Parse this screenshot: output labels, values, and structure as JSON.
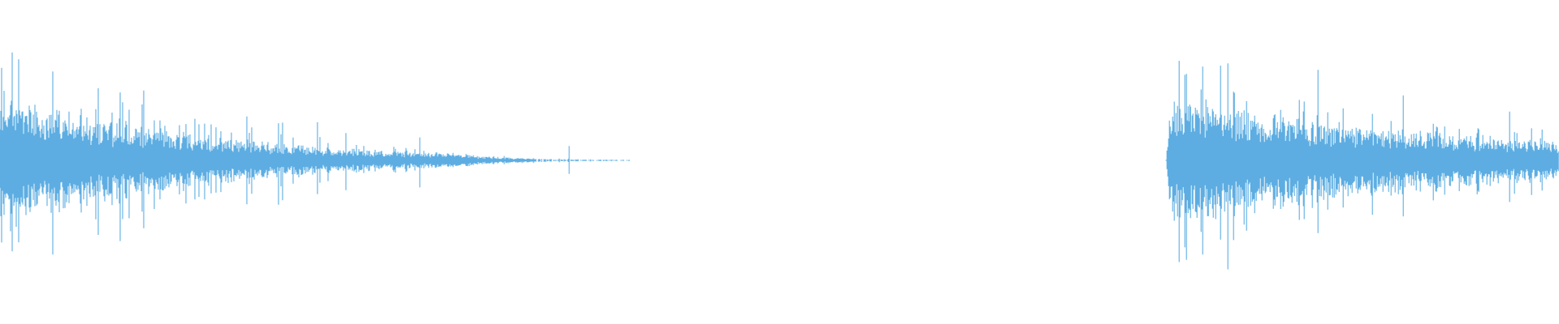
{
  "waveform": {
    "color": "#5DADE2",
    "background": "#FFFFFF",
    "segments": [
      {
        "name": "segment-1",
        "start_fraction": 0.0,
        "end_fraction": 0.405,
        "peak_amplitude": 0.82,
        "decay": "exponential"
      },
      {
        "name": "segment-2",
        "start_fraction": 0.748,
        "end_fraction": 1.0,
        "peak_amplitude": 0.82,
        "decay": "gradual"
      }
    ]
  }
}
